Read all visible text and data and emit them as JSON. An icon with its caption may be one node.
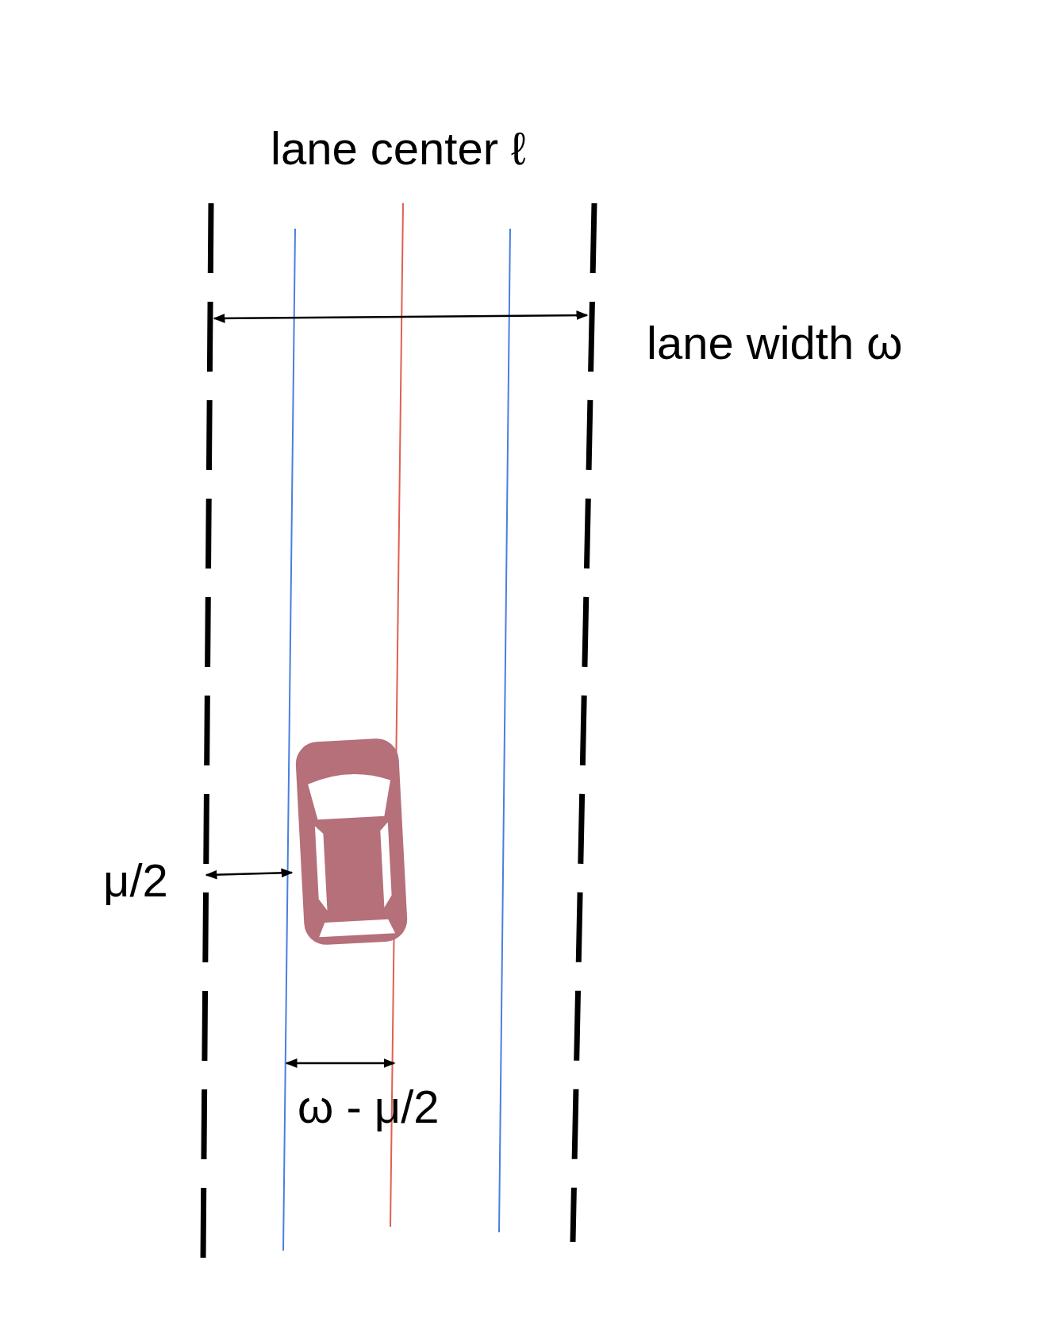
{
  "diagram": {
    "labels": [
      "lane center ℓ",
      "lane width ω",
      "μ/2",
      "ω - μ/2"
    ]
  }
}
